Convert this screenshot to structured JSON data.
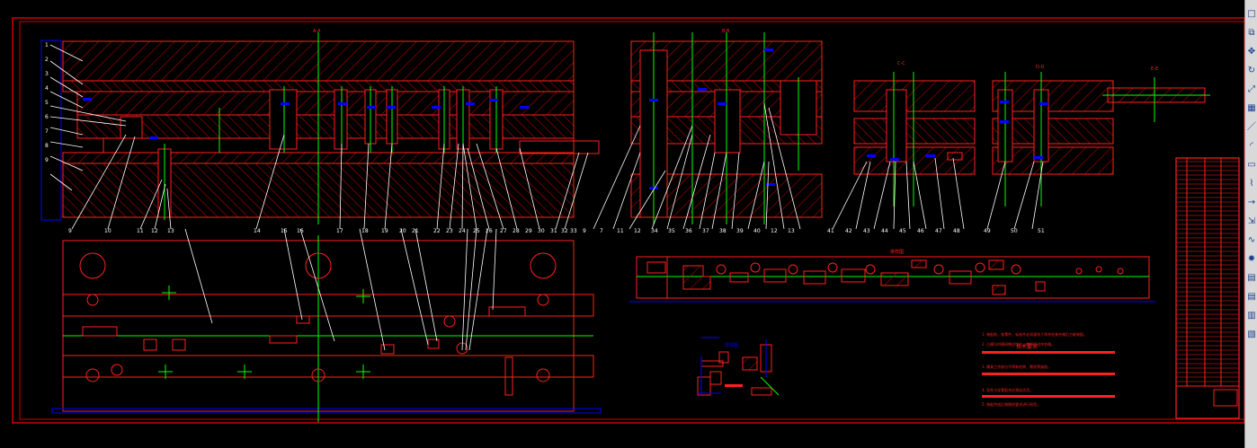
{
  "drawing": {
    "section_labels": [
      "A-A",
      "B-B",
      "C-C",
      "D-D",
      "E-E"
    ],
    "strip_title": "排样图",
    "part_title": "零件图",
    "tech_title": "技术要求",
    "tech_lines": [
      "1. 装配前，各零件、标准件必须清洗干净并检查合格后方能装配。",
      "2. 凸模与凹模间隙应均匀，装配后试冲合格。",
      "3. 模具工作部分不得有毛刺、裂纹等缺陷。",
      "4. 导柱与导套配合应滑动灵活。",
      "5. 装配完成后按图样要求进行检验。"
    ],
    "left_callouts": [
      "1",
      "2",
      "3",
      "4",
      "5",
      "6",
      "7",
      "8",
      "9"
    ],
    "bottom_callouts_left": [
      "9",
      "10",
      "11",
      "12",
      "13",
      "14",
      "15",
      "16",
      "17",
      "18",
      "19",
      "20",
      "21",
      "22",
      "23",
      "24",
      "25",
      "26",
      "27",
      "28",
      "29",
      "30",
      "31",
      "32",
      "33"
    ],
    "bottom_callouts_bb": [
      "9",
      "7",
      "11",
      "12",
      "34",
      "35",
      "36",
      "37",
      "38",
      "39",
      "40",
      "12",
      "13"
    ],
    "bottom_callouts_cc": [
      "41",
      "42",
      "43",
      "44",
      "45",
      "46",
      "47",
      "48"
    ],
    "bottom_callouts_dd": [
      "49",
      "50",
      "51"
    ]
  },
  "colors": {
    "frame": "#ff0000",
    "line": "#ff1a1a",
    "center": "#00ff00",
    "dim": "#0000ff",
    "leader": "#ffffff",
    "bg": "#000000"
  },
  "toolbar": {
    "tools": [
      "window-restore-icon",
      "copy-icon",
      "move-icon",
      "rotate-icon",
      "scale-icon",
      "table-icon",
      "line-icon",
      "arc-icon",
      "rectangle-icon",
      "polyline-icon",
      "arrow-icon",
      "stretch-icon",
      "curve-icon",
      "explode-icon",
      "layer-icon",
      "layer-icon-2",
      "layer-icon-3",
      "layer-icon-4"
    ],
    "glyphs": [
      "□",
      "⧉",
      "✥",
      "↻",
      "⤢",
      "▦",
      "／",
      "◜",
      "▭",
      "⌇",
      "→",
      "⇲",
      "∿",
      "✸",
      "▤",
      "▤",
      "▥",
      "▧"
    ]
  }
}
